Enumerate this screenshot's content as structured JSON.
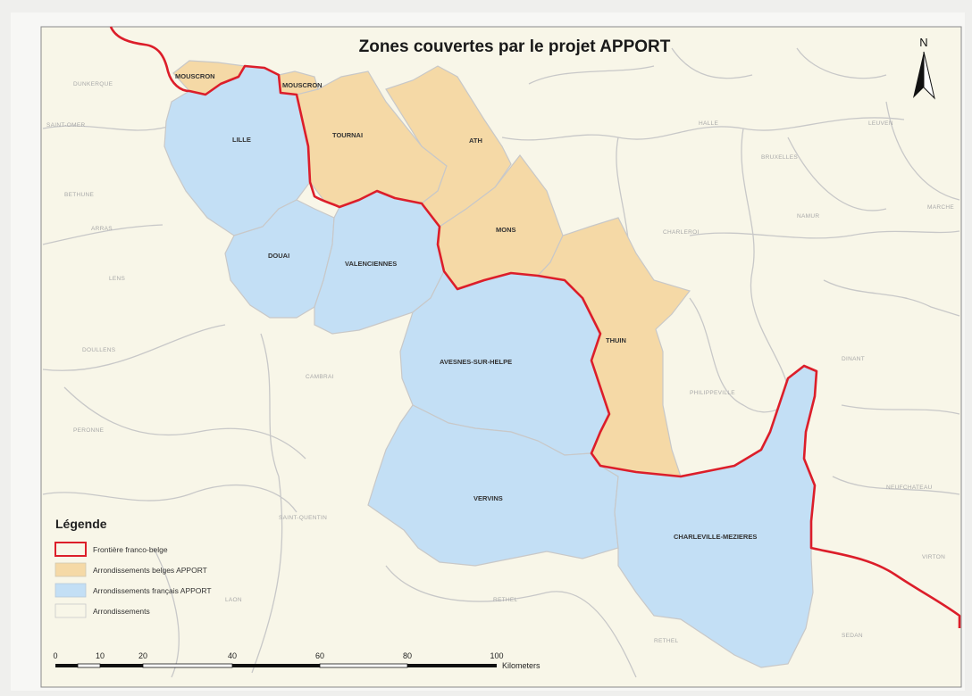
{
  "map": {
    "title": "Zones couvertes par le projet APPORT",
    "north_label": "N",
    "colors": {
      "belgian": "#f5d9a6",
      "french": "#c3dff5",
      "background": "#f8f6e8",
      "border": "#dc1e2a",
      "arrondissement_line": "#c8c8c8"
    },
    "regions": {
      "mouscron": "MOUSCRON",
      "mouscron_belgian": "MOUSCRON",
      "lille": "LILLE",
      "tournai": "TOURNAI",
      "ath": "ATH",
      "mons": "MONS",
      "douai": "DOUAI",
      "valenciennes": "VALENCIENNES",
      "thuin": "THUIN",
      "avesnes": "AVESNES-SUR-HELPE",
      "vervins": "VERVINS",
      "charleville": "CHARLEVILLE-MEZIERES"
    }
  },
  "legend": {
    "title": "Légende",
    "items": [
      {
        "label": "Frontière franco-belge",
        "style": "border"
      },
      {
        "label": "Arrondissements belges APPORT",
        "style": "belgian"
      },
      {
        "label": "Arrondissements français APPORT",
        "style": "french"
      },
      {
        "label": "Arrondissements",
        "style": "plain"
      }
    ]
  },
  "scale": {
    "ticks": [
      "0",
      "10",
      "20",
      "40",
      "60",
      "80",
      "100"
    ],
    "unit": "Kilometers"
  }
}
